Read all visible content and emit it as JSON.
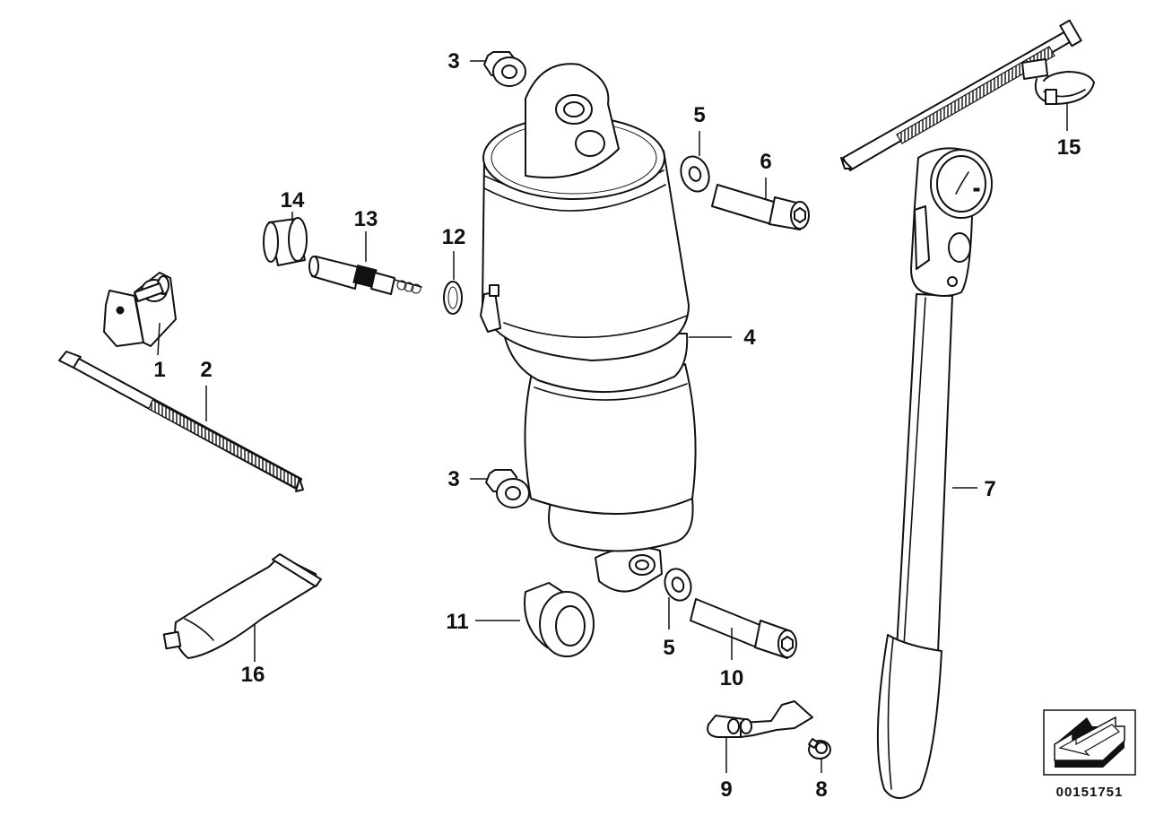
{
  "diagram": {
    "drawing_id": "00151751",
    "callouts": [
      "1",
      "2",
      "3",
      "3",
      "4",
      "5",
      "5",
      "6",
      "7",
      "8",
      "9",
      "10",
      "11",
      "12",
      "13",
      "14",
      "15",
      "16"
    ]
  },
  "colors": {
    "line": "#111111",
    "background": "#ffffff"
  },
  "icons": {
    "navigation": "arrow-icon"
  }
}
